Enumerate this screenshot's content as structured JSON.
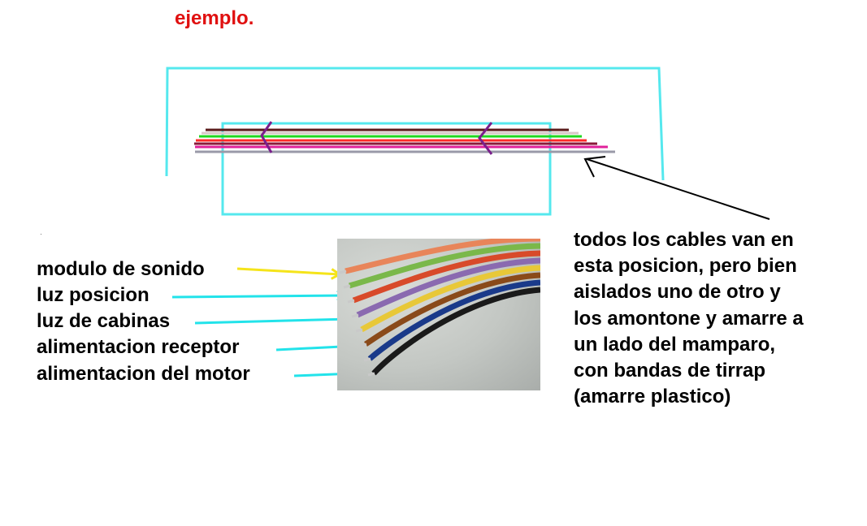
{
  "title": "ejemplo.",
  "labels": [
    "modulo de sonido",
    "luz posicion",
    "luz de cabinas",
    "alimentacion receptor",
    "alimentacion del motor"
  ],
  "note_lines": [
    "todos los cables van en",
    "esta posicion, pero bien",
    "aislados uno de otro y",
    "los amontone y amarre a",
    "un lado del mamparo,",
    "con bandas de tirrap",
    "(amarre plastico)"
  ],
  "colors": {
    "title": "#e01010",
    "enclosure": "#55e8ee",
    "pointer_first": "#f5e41a",
    "pointer_other": "#22e3ea",
    "tie_marks": "#7a1f8c",
    "pointer_arrow": "#000000"
  },
  "diagram_wires": [
    "#5a1a1a",
    "#d8c8c8",
    "#1fd81f",
    "#ff2a2a",
    "#8a1a3a",
    "#e0209a",
    "#9a9aa8"
  ],
  "photo_wires": [
    "#e8855a",
    "#7ab84a",
    "#d84a2a",
    "#8a6ab0",
    "#e8c838",
    "#8a4a1a",
    "#1a3a8a",
    "#1a1a1a"
  ]
}
